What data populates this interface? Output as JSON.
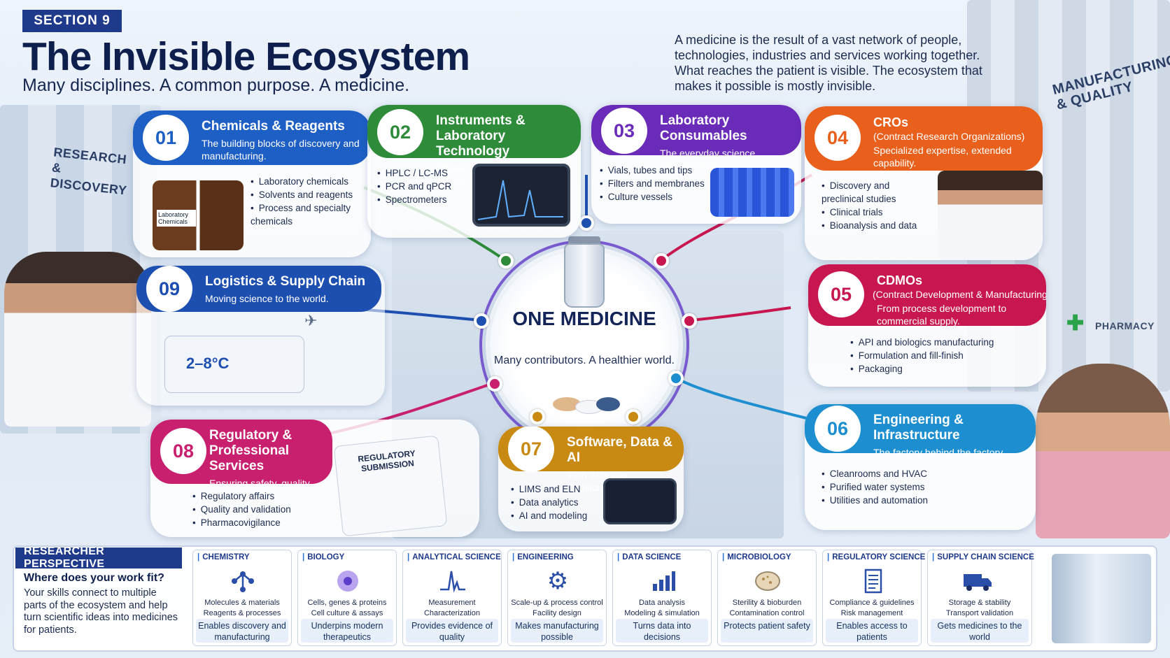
{
  "header": {
    "section": "SECTION 9",
    "title": "The Invisible Ecosystem",
    "subtitle": "Many disciplines. A common purpose. A medicine.",
    "intro": "A medicine is the result of a vast network of people, technologies, industries and services working together. What reaches the patient is visible. The ecosystem that makes it possible is mostly invisible."
  },
  "signs": {
    "research": "RESEARCH & DISCOVERY",
    "manufacturing": "MANUFACTURING & QUALITY",
    "pharmacy": "PHARMACY",
    "truck_temp": "2–8°C",
    "regulatory_doc": "REGULATORY SUBMISSION",
    "lab_bottle": "Laboratory Chemicals"
  },
  "hub": {
    "title": "ONE MEDICINE",
    "tagline": "Many contributors. A healthier world."
  },
  "cards": [
    {
      "num": "01",
      "title": "Chemicals & Reagents",
      "subtitle": "The building blocks of discovery and manufacturing.",
      "items": [
        "Laboratory chemicals",
        "Solvents and reagents",
        "Process and specialty chemicals"
      ]
    },
    {
      "num": "02",
      "title": "Instruments & Laboratory Technology",
      "subtitle": "Measure. Characterize. Control.",
      "items": [
        "HPLC / LC-MS",
        "PCR and qPCR",
        "Spectrometers"
      ]
    },
    {
      "num": "03",
      "title": "Laboratory Consumables",
      "subtitle": "The everyday science infrastructure.",
      "items": [
        "Vials, tubes and tips",
        "Filters and membranes",
        "Culture vessels"
      ]
    },
    {
      "num": "04",
      "title": "CROs",
      "subtitle2": "(Contract Research Organizations)",
      "subtitle": "Specialized expertise, extended capability.",
      "items": [
        "Discovery and preclinical studies",
        "Clinical trials",
        "Bioanalysis and data"
      ]
    },
    {
      "num": "05",
      "title": "CDMOs",
      "subtitle2": "(Contract Development & Manufacturing)",
      "subtitle": "From process development to commercial supply.",
      "items": [
        "API and biologics manufacturing",
        "Formulation and fill-finish",
        "Packaging"
      ]
    },
    {
      "num": "06",
      "title": "Engineering & Infrastructure",
      "subtitle": "The factory behind the factory.",
      "items": [
        "Cleanrooms and HVAC",
        "Purified water systems",
        "Utilities and automation"
      ]
    },
    {
      "num": "07",
      "title": "Software, Data & AI",
      "subtitle": "Turn data into decisions.",
      "items": [
        "LIMS and ELN",
        "Data analytics",
        "AI and modeling"
      ]
    },
    {
      "num": "08",
      "title": "Regulatory & Professional Services",
      "subtitle": "Ensuring safety, quality and compliance.",
      "items": [
        "Regulatory affairs",
        "Quality and validation",
        "Pharmacovigilance"
      ]
    },
    {
      "num": "09",
      "title": "Logistics & Supply Chain",
      "subtitle": "Moving science to the world.",
      "items": []
    }
  ],
  "researcher": {
    "tag": "RESEARCHER PERSPECTIVE",
    "question": "Where does your work fit?",
    "text": "Your skills connect to multiple parts of the ecosystem and help turn scientific ideas into medicines for patients.",
    "disciplines": [
      {
        "title": "CHEMISTRY",
        "icon": "molecule-icon",
        "bullets": [
          "Molecules & materials",
          "Reagents & processes"
        ],
        "footer": "Enables discovery and manufacturing"
      },
      {
        "title": "BIOLOGY",
        "icon": "cell-icon",
        "bullets": [
          "Cells, genes & proteins",
          "Cell culture & assays"
        ],
        "footer": "Underpins modern therapeutics"
      },
      {
        "title": "ANALYTICAL SCIENCE",
        "icon": "peak-icon",
        "bullets": [
          "Measurement",
          "Characterization"
        ],
        "footer": "Provides evidence of quality"
      },
      {
        "title": "ENGINEERING",
        "icon": "gear-icon",
        "bullets": [
          "Scale-up & process control",
          "Facility design"
        ],
        "footer": "Makes manufacturing possible"
      },
      {
        "title": "DATA SCIENCE",
        "icon": "bar-chart-icon",
        "bullets": [
          "Data analysis",
          "Modeling & simulation"
        ],
        "footer": "Turns data into decisions"
      },
      {
        "title": "MICROBIOLOGY",
        "icon": "petri-dish-icon",
        "bullets": [
          "Sterility & bioburden",
          "Contamination control"
        ],
        "footer": "Protects patient safety"
      },
      {
        "title": "REGULATORY SCIENCE",
        "icon": "document-icon",
        "bullets": [
          "Compliance & guidelines",
          "Risk management"
        ],
        "footer": "Enables access to patients"
      },
      {
        "title": "SUPPLY CHAIN SCIENCE",
        "icon": "truck-icon",
        "bullets": [
          "Storage & stability",
          "Transport validation"
        ],
        "footer": "Gets medicines to the world"
      }
    ]
  },
  "colors": {
    "c01": "#1d5fc4",
    "c02": "#2e8b3a",
    "c03": "#6a2bb8",
    "c04": "#e8601c",
    "c05": "#c8174f",
    "c06": "#1d8fd0",
    "c07": "#c98a14",
    "c08": "#c81f6e",
    "c09": "#1d4fb0"
  }
}
